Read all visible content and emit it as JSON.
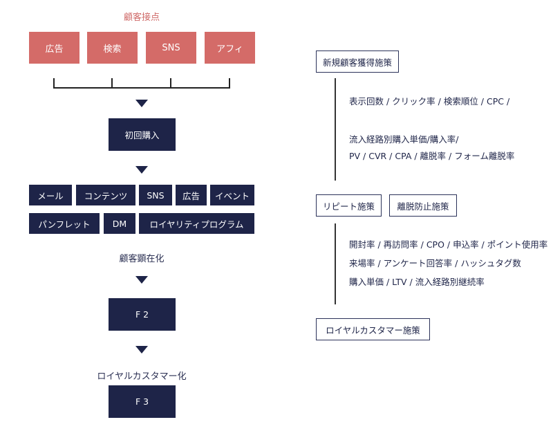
{
  "touchpoints": {
    "title": "顧客接点",
    "items": [
      "広告",
      "検索",
      "SNS",
      "アフィ"
    ]
  },
  "first_purchase": "初回購入",
  "channels": {
    "row1": [
      "メール",
      "コンテンツ",
      "SNS",
      "広告",
      "イベント"
    ],
    "row2": [
      "パンフレット",
      "DM",
      "ロイヤリティプログラム"
    ]
  },
  "manifest_label": "顧客顕在化",
  "f2": "F 2",
  "loyal_label": "ロイヤルカスタマー化",
  "f3": "F 3",
  "right": {
    "new_acq_title": "新規顧客獲得施策",
    "new_acq_line1": "表示回数 / クリック率 / 検索順位 / CPC /",
    "new_acq_line2": "流入経路別購入単価/購入率/",
    "new_acq_line3": "PV / CVR / CPA / 離脱率 / フォーム離脱率",
    "repeat_title": "リピート施策",
    "churn_title": "離脱防止施策",
    "repeat_line1": "開封率 / 再訪問率 / CPO / 申込率 / ポイント使用率",
    "repeat_line2": "来場率 / アンケート回答率 / ハッシュタグ数",
    "repeat_line3": "購入単価 / LTV / 流入経路別継続率",
    "loyal_title": "ロイヤルカスタマー施策"
  }
}
